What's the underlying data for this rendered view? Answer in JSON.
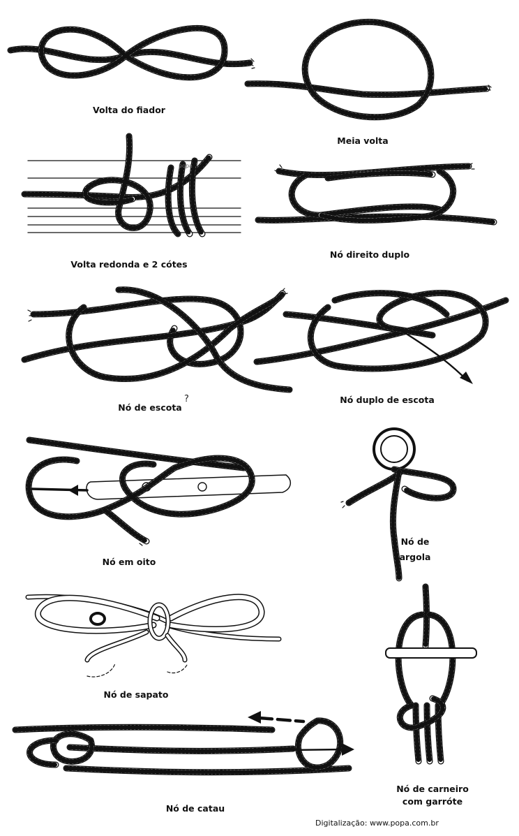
{
  "knots": [
    {
      "id": "volta-do-fiador",
      "label": "Volta do fiador"
    },
    {
      "id": "meia-volta",
      "label": "Meia volta"
    },
    {
      "id": "volta-redonda-2-cotes",
      "label": "Volta redonda e 2 cótes"
    },
    {
      "id": "no-direito-duplo",
      "label": "Nó direito duplo"
    },
    {
      "id": "no-de-escota",
      "label": "Nó de escota"
    },
    {
      "id": "no-duplo-de-escota",
      "label": "Nó duplo de escota"
    },
    {
      "id": "no-em-oito",
      "label": "Nó em oito"
    },
    {
      "id": "no-de-argola",
      "label_line1": "Nó de",
      "label_line2": "argola"
    },
    {
      "id": "no-de-sapato",
      "label": "Nó de sapato"
    },
    {
      "id": "no-de-catau",
      "label": "Nó de catau"
    },
    {
      "id": "no-de-carneiro",
      "label_line1": "Nó de carneiro",
      "label_line2": "com garróte"
    }
  ],
  "annotation_mark": "?",
  "watermark": "popa",
  "credit": "Digitalização: www.popa.com.br",
  "colors": {
    "ink": "#111111",
    "paper": "#ffffff"
  }
}
